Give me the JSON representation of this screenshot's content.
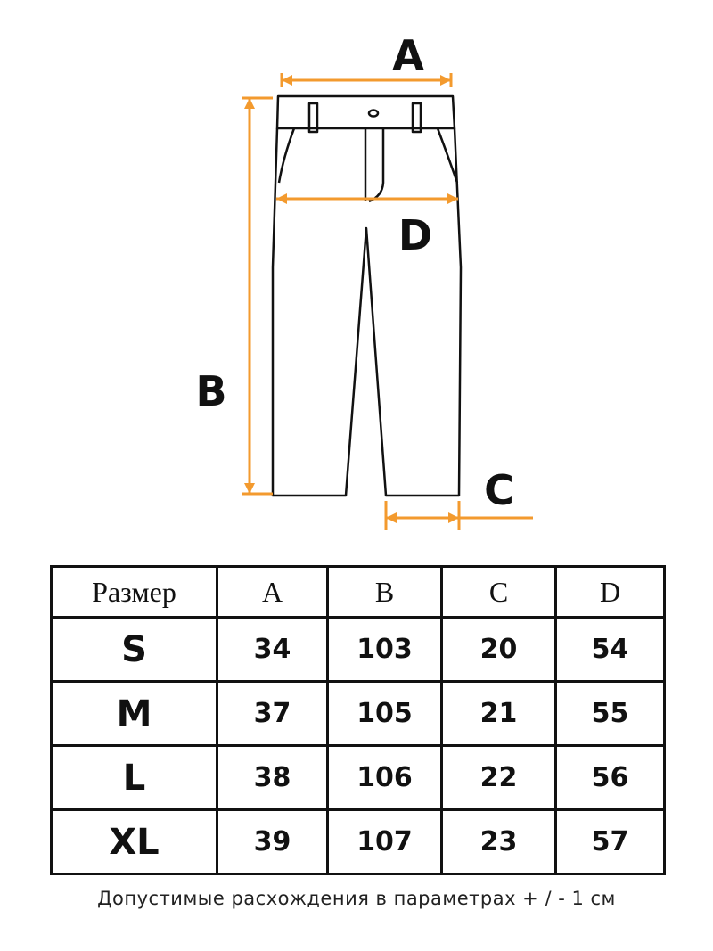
{
  "diagram": {
    "labels": {
      "a": "A",
      "b": "B",
      "c": "C",
      "d": "D"
    },
    "measure_color": "#f39a2e",
    "outline_color": "#111111"
  },
  "table": {
    "headers": [
      "Размер",
      "A",
      "B",
      "C",
      "D"
    ],
    "rows": [
      {
        "size": "S",
        "a": "34",
        "b": "103",
        "c": "20",
        "d": "54"
      },
      {
        "size": "M",
        "a": "37",
        "b": "105",
        "c": "21",
        "d": "55"
      },
      {
        "size": "L",
        "a": "38",
        "b": "106",
        "c": "22",
        "d": "56"
      },
      {
        "size": "XL",
        "a": "39",
        "b": "107",
        "c": "23",
        "d": "57"
      }
    ]
  },
  "footnote": "Допустимые расхождения в параметрах + / - 1 см"
}
